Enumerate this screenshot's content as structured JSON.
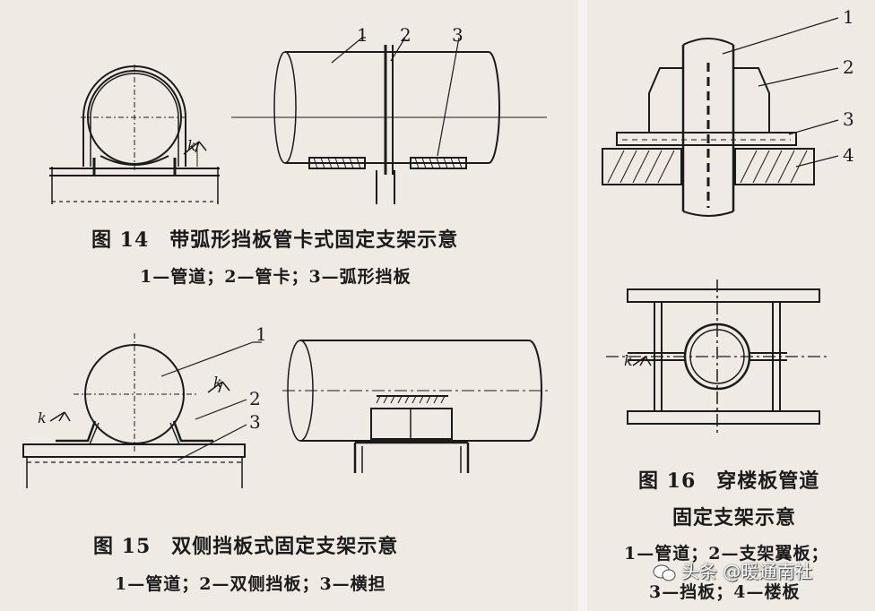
{
  "fig14": {
    "title": "图 14　带弧形挡板管卡式固定支架示意",
    "legend": "1—管道；2—管卡；3—弧形挡板",
    "callouts": [
      "1",
      "2",
      "3"
    ],
    "marker": "k"
  },
  "fig15": {
    "title": "图 15　双侧挡板式固定支架示意",
    "legend": "1—管道；2—双侧挡板；3—横担",
    "callouts": [
      "1",
      "2",
      "3"
    ],
    "marker": "k"
  },
  "fig16": {
    "title_line1": "图 16　穿楼板管道",
    "title_line2": "固定支架示意",
    "legend_line1": "1—管道；2—支架翼板；",
    "legend_line2": "3—挡板；4—楼板",
    "callouts": [
      "1",
      "2",
      "3",
      "4"
    ],
    "marker": "k"
  },
  "watermark": {
    "text": "头条 @暖通南社"
  },
  "colors": {
    "ink": "#1b1b1b",
    "paper": "#efebe4"
  }
}
